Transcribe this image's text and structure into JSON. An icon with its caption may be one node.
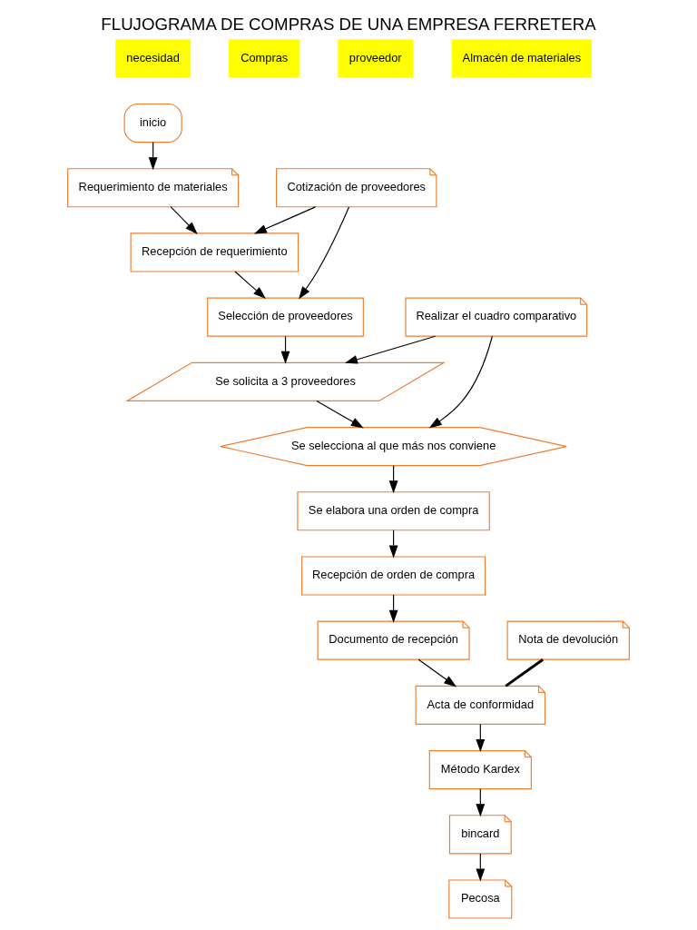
{
  "diagram": {
    "title": "FLUJOGRAMA DE COMPRAS DE UNA EMPRESA FERRETERA",
    "nodes": [
      {
        "text": [
          "inicio"
        ]
      },
      {
        "text": [
          "Requerimiento de materiales"
        ]
      },
      {
        "text": [
          "Recepción de requerimiento"
        ]
      },
      {
        "text": [
          "Cotización de proveedores"
        ]
      },
      {
        "text": [
          "Selección de proveedores"
        ]
      },
      {
        "text": [
          "Se solicita a 3 proveedores"
        ]
      },
      {
        "text": [
          "Realizar el cuadro comparativo"
        ]
      },
      {
        "text": [
          "Se selecciona al que más nos conviene"
        ]
      },
      {
        "text": [
          "Se elabora una orden de compra"
        ]
      },
      {
        "text": [
          "Recepción de orden de compra"
        ]
      },
      {
        "text": [
          "Documento de recepción"
        ]
      },
      {
        "text": [
          "Acta de conformidad"
        ]
      },
      {
        "text": [
          "Nota de devolución"
        ]
      },
      {
        "text": [
          "Método Kardex"
        ]
      },
      {
        "text": [
          "bincard"
        ]
      },
      {
        "text": [
          "Pecosa"
        ]
      }
    ],
    "edges": [
      {
        "from": 0,
        "to": 1,
        "arrow": "to"
      },
      {
        "from": 1,
        "to": 2,
        "arrow": "to"
      },
      {
        "from": 3,
        "to": 2,
        "arrow": "to"
      },
      {
        "from": 2,
        "to": 4,
        "arrow": "to"
      },
      {
        "from": 3,
        "to": 4,
        "arrow": "to"
      },
      {
        "from": 4,
        "to": 5,
        "arrow": "to"
      },
      {
        "from": 6,
        "to": 5,
        "arrow": "to"
      },
      {
        "from": 5,
        "to": 7,
        "arrow": "to"
      },
      {
        "from": 6,
        "to": 7,
        "arrow": "to"
      },
      {
        "from": 7,
        "to": 8,
        "arrow": "to"
      },
      {
        "from": 8,
        "to": 9,
        "arrow": "to"
      },
      {
        "from": 9,
        "to": 10,
        "arrow": "to"
      },
      {
        "from": 10,
        "to": 11,
        "arrow": "to"
      },
      {
        "from": 12,
        "to": 11,
        "arrow": "none",
        "style": "thick"
      },
      {
        "from": 11,
        "to": 13,
        "arrow": "to"
      },
      {
        "from": 13,
        "to": 14,
        "arrow": "to"
      },
      {
        "from": 14,
        "to": 15,
        "arrow": "to"
      }
    ],
    "labels": [
      "necesidad",
      "Compras",
      "proveedor",
      "Almacén de materiales"
    ]
  }
}
